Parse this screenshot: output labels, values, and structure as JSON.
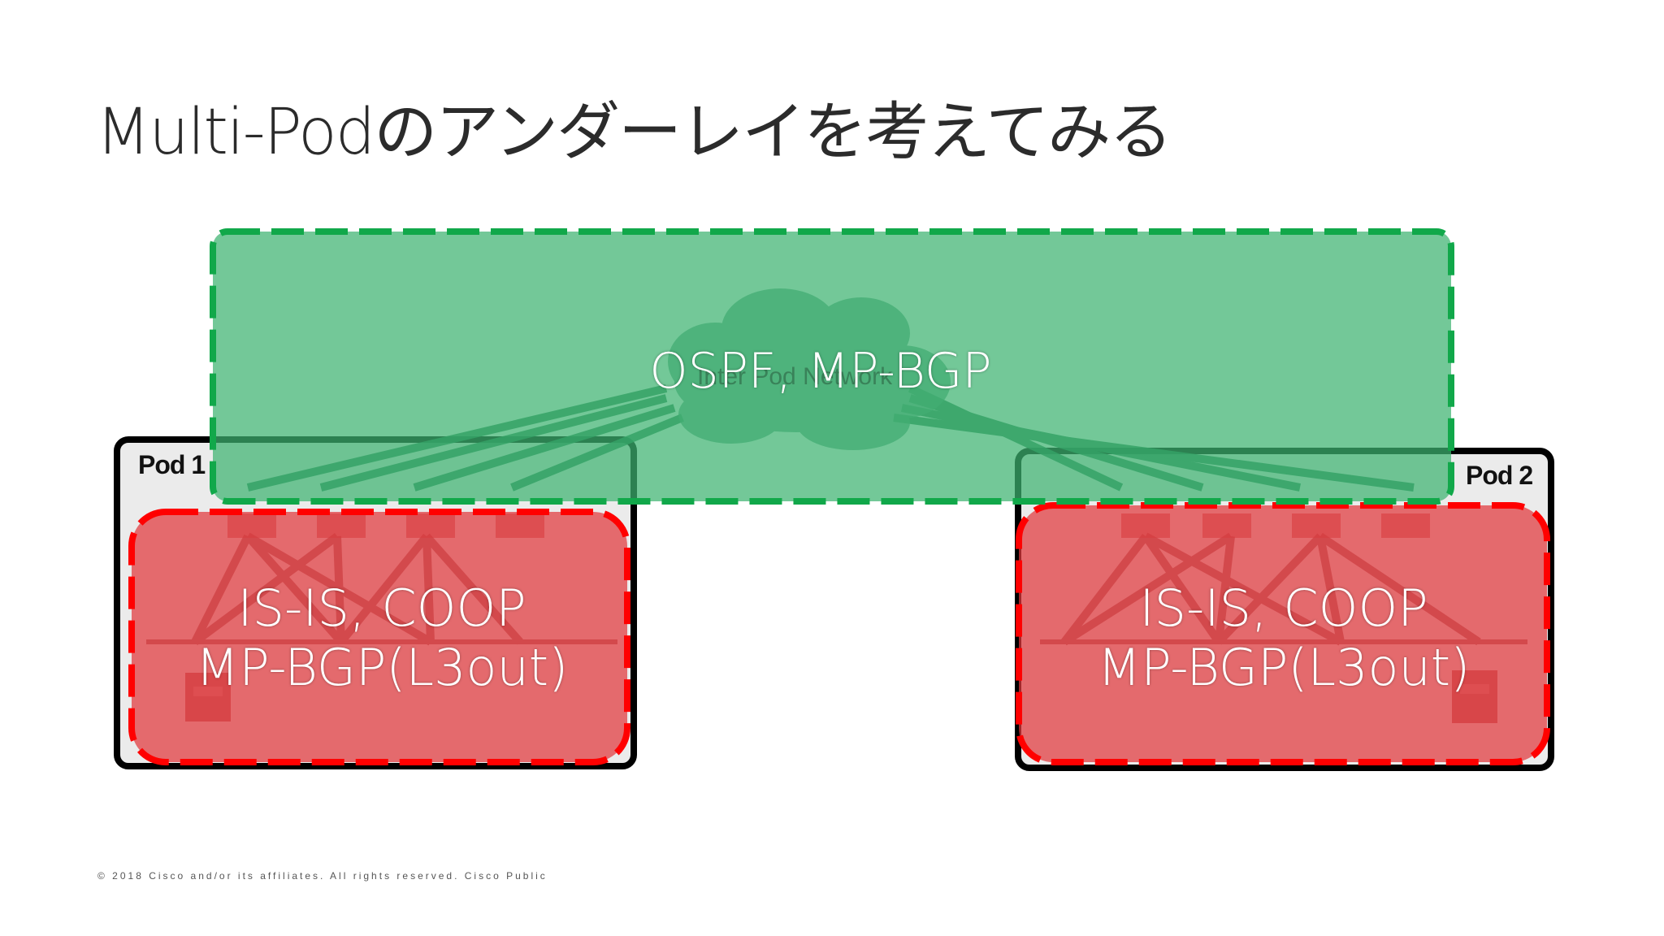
{
  "slide": {
    "title": "Multi-Podのアンダーレイを考えてみる",
    "footer": "© 2018 Cisco and/or its affiliates. All rights reserved.   Cisco Public"
  },
  "ipn": {
    "cloud_label": "Inter Pod Network",
    "protocols": "OSPF, MP-BGP"
  },
  "pods": [
    {
      "label": "Pod 1",
      "protocols_line1": "IS-IS, COOP",
      "protocols_line2": "MP-BGP(L3out)"
    },
    {
      "label": "Pod 2",
      "protocols_line1": "IS-IS, COOP",
      "protocols_line2": "MP-BGP(L3out)"
    }
  ],
  "colors": {
    "green_fill": "#3db370",
    "green_border": "#11a84a",
    "red_fill": "#e0383c",
    "red_border": "#ff0000",
    "pod_border": "#000000",
    "pod_bg": "#ebebeb"
  }
}
